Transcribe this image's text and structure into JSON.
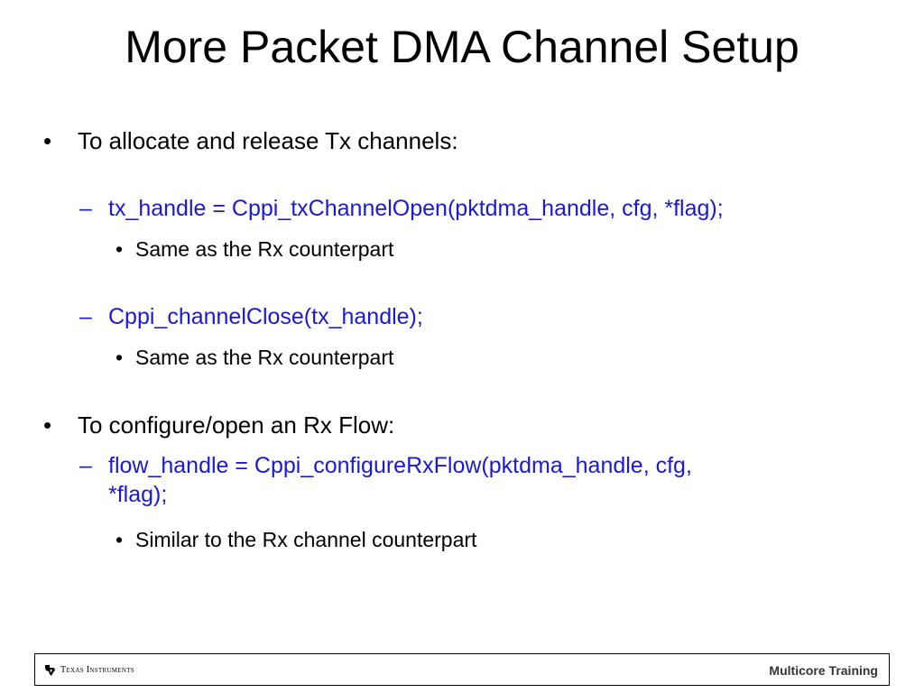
{
  "slide": {
    "title": "More Packet DMA Channel Setup",
    "bullets": [
      {
        "text": "To allocate and release Tx channels:",
        "children": [
          {
            "code_line1": "tx_handle = Cppi_txChannelOpen(pktdma_handle, cfg, *flag);",
            "note": "Same as the Rx counterpart"
          },
          {
            "code_line1": "Cppi_channelClose(tx_handle);",
            "note": "Same as the Rx counterpart"
          }
        ]
      },
      {
        "text": "To configure/open an Rx Flow:",
        "children": [
          {
            "code_line1": "flow_handle = Cppi_configureRxFlow(pktdma_handle, cfg,",
            "code_line2": "*flag);",
            "note": "Similar to the Rx channel counterpart"
          }
        ]
      }
    ],
    "bullet_glyph": "•",
    "dash_glyph": "–",
    "code_color": "#1a1ad6"
  },
  "footer": {
    "logo_text": "Texas Instruments",
    "logo_icon": "texas-state-icon",
    "right_text": "Multicore Training"
  }
}
